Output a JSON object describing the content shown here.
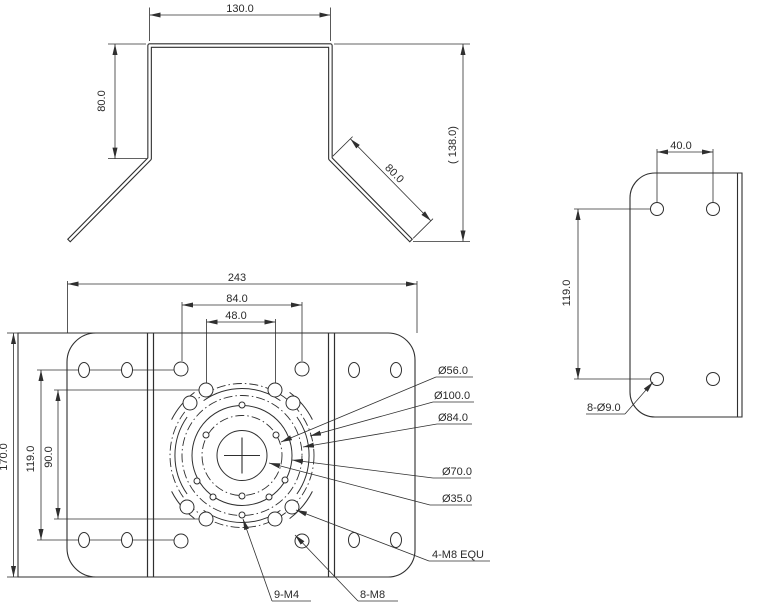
{
  "colors": {
    "line": "#2f2f2f",
    "background": "#ffffff"
  },
  "top_view": {
    "dim_width": "130.0",
    "dim_side_height": "80.0",
    "dim_leg_length": "80.0",
    "dim_overall_height": "( 138.0)"
  },
  "front_view": {
    "dim_width": "243",
    "dim_hole_span_h_outer": "84.0",
    "dim_hole_span_h_inner": "48.0",
    "dim_height": "170.0",
    "dim_hole_span_v_outer": "119.0",
    "dim_hole_span_v_inner": "90.0",
    "callout_d56": "Ø56.0",
    "callout_d100": "Ø100.0",
    "callout_d84": "Ø84.0",
    "callout_d70": "Ø70.0",
    "callout_d35": "Ø35.0",
    "callout_4m8": "4-M8 EQU",
    "callout_9m4": "9-M4",
    "callout_8m8": "8-M8"
  },
  "side_view": {
    "dim_hole_span_h": "40.0",
    "dim_hole_span_v": "119.0",
    "callout_8d9": "8-Ø9.0"
  }
}
